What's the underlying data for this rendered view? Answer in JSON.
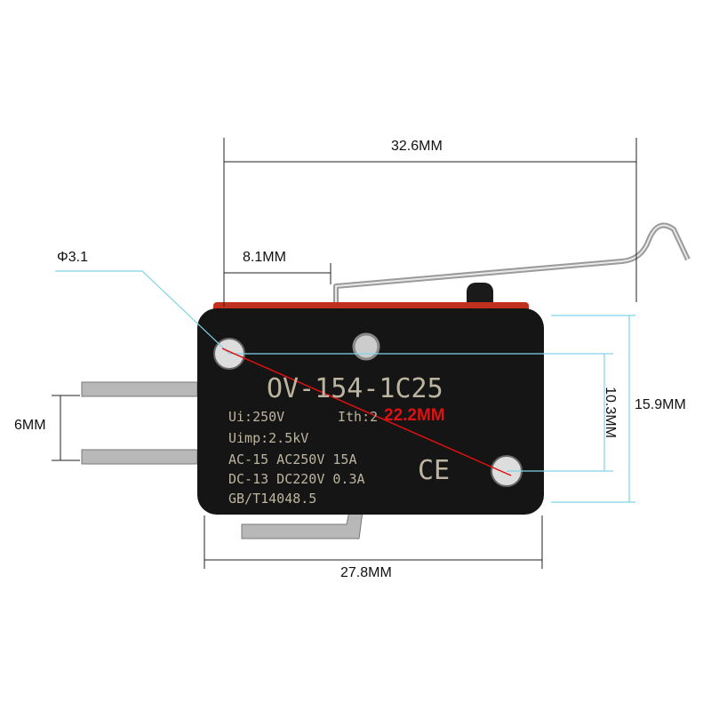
{
  "dimensions": {
    "overall_length": "32.6MM",
    "lever_offset": "8.1MM",
    "hole_diameter": "Φ3.1",
    "terminal_pitch": "6MM",
    "body_length": "27.8MM",
    "body_height": "15.9MM",
    "hole_vertical_spacing": "10.3MM",
    "hole_diagonal": "22.2MM"
  },
  "switch_print": {
    "model": "OV-154-1C25",
    "ui": "Ui:250V",
    "ith": "Ith:2",
    "uimp": "Uimp:2.5kV",
    "ac": "AC-15 AC250V 15A",
    "dc": "DC-13 DC220V 0.3A",
    "standard": "GB/T14048.5",
    "ce_mark": "CE"
  },
  "colors": {
    "dimension_line": "#7fd3e6",
    "diagonal": "#e01010",
    "body": "#151515",
    "accent_strip": "#c0301c"
  }
}
